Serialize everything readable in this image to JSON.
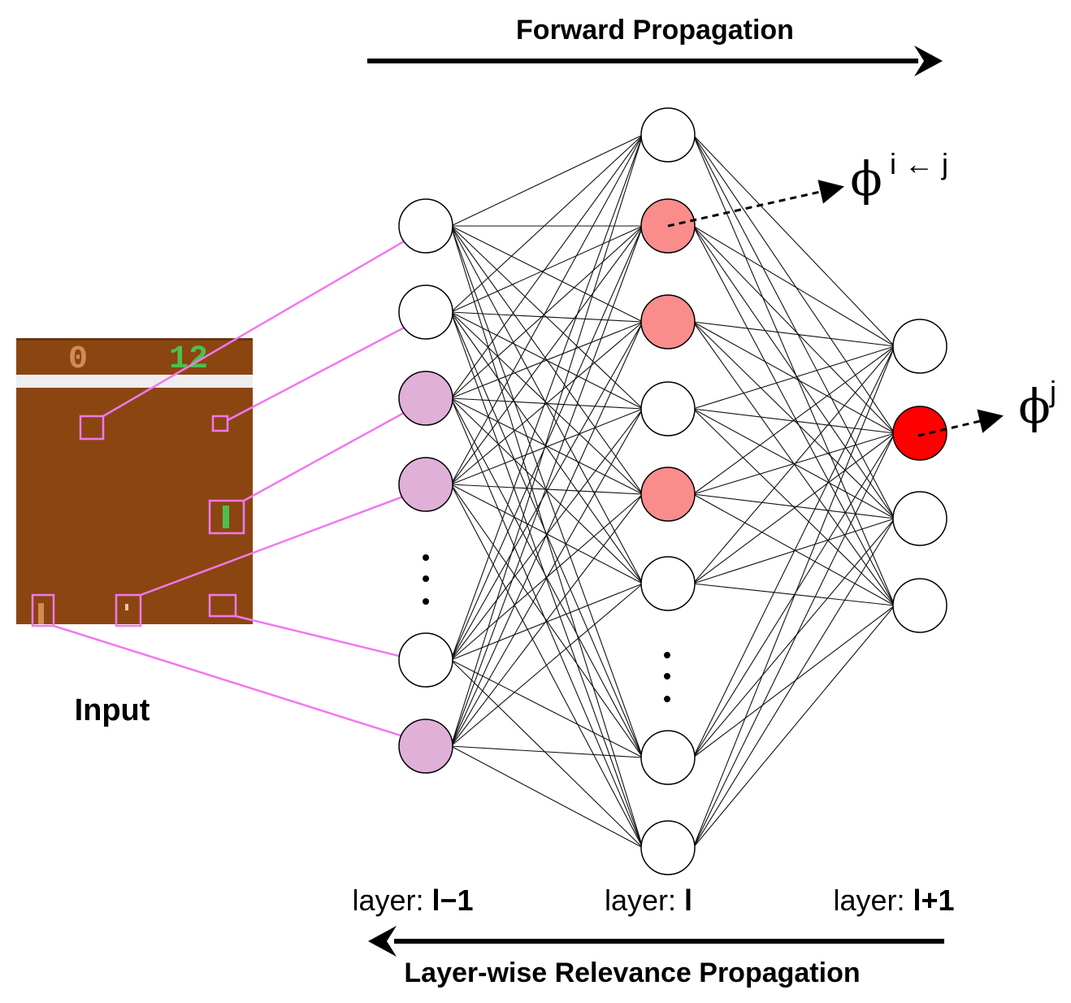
{
  "header": {
    "forward_label": "Forward Propagation"
  },
  "footer": {
    "backward_label": "Layer-wise Relevance Propagation"
  },
  "input": {
    "label": "Input",
    "game": {
      "score_left": "0",
      "score_right": "12",
      "paddle_digit": "1"
    }
  },
  "layers": [
    {
      "prefix": "layer: ",
      "symbol": "l−1"
    },
    {
      "prefix": "layer: ",
      "symbol": "l"
    },
    {
      "prefix": "layer: ",
      "symbol": "l+1"
    }
  ],
  "relevance": {
    "phi_symbol": "ϕ",
    "message_superscript": "i ← j",
    "output_superscript": "j"
  },
  "colors": {
    "node_default": "#ffffff",
    "node_input_relevant": "#e0b0d8",
    "node_hidden_relevant": "#fa8c8c",
    "node_output_relevant": "#ff0000",
    "edge": "#111111",
    "pointer_line": "#f078f0",
    "game_background": "#8b4511",
    "game_bar": "#eeeeee"
  }
}
